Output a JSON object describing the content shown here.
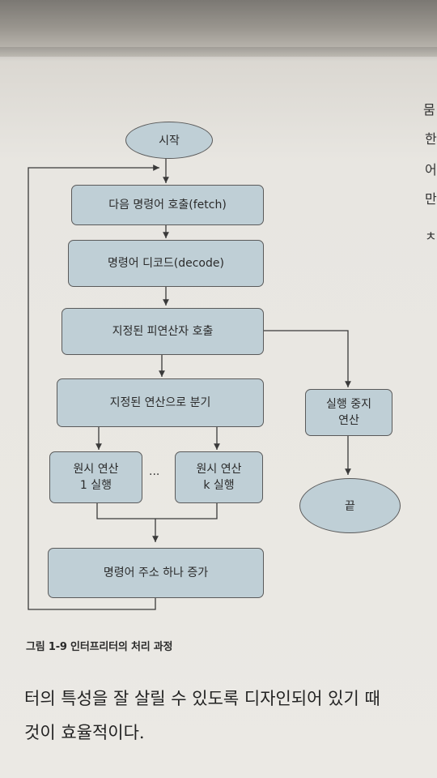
{
  "flowchart": {
    "start": "시작",
    "fetch": "다음 명령어 호출(fetch)",
    "decode": "명령어 디코드(decode)",
    "operand": "지정된 피연산자 호출",
    "branch": "지정된 연산으로 분기",
    "primitive_1": "원시 연산\n1 실행",
    "ellipsis": "···",
    "primitive_k": "원시 연산\nk 실행",
    "halt": "실행 중지\n연산",
    "end": "끝",
    "increment": "명령어 주소 하나 증가"
  },
  "caption": "그림 1-9  인터프리터의 처리 과정",
  "body_text": [
    "터의 특성을 잘 살릴 수 있도록 디자인되어 있기 때",
    "것이 효율적이다."
  ],
  "right_edge_glyphs": [
    "뭄",
    "한",
    "어",
    "만",
    "ㅊ"
  ]
}
